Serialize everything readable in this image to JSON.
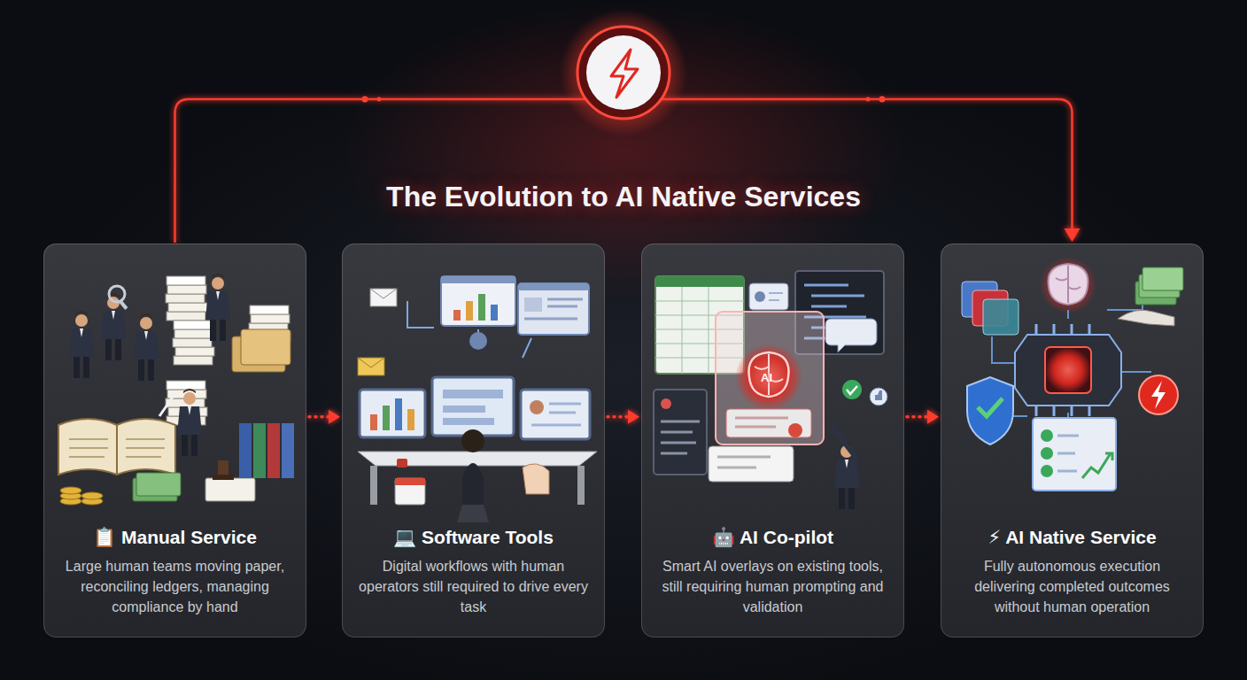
{
  "diagram": {
    "title": "The Evolution to AI Native Services",
    "nodes": [
      {
        "text": [
          "📋 Manual Service",
          "Large human teams moving paper, reconciling ledgers, managing compliance by hand"
        ]
      },
      {
        "text": [
          "💻 Software Tools",
          "Digital workflows with human operators still required to drive every task"
        ]
      },
      {
        "text": [
          "🤖 AI Co-pilot",
          "Smart AI overlays on existing tools, still requiring human prompting and validation"
        ]
      },
      {
        "text": [
          "⚡ AI Native Service",
          "Fully autonomous execution delivering completed outcomes without human operation"
        ]
      }
    ],
    "edges": [
      {
        "from": 0,
        "to": 1,
        "arrow": "to"
      },
      {
        "from": 1,
        "to": 2,
        "arrow": "to"
      },
      {
        "from": 2,
        "to": 3,
        "arrow": "to"
      },
      {
        "from": 0,
        "to": 3,
        "arrow": "to"
      }
    ],
    "labels": [
      "AI"
    ]
  }
}
